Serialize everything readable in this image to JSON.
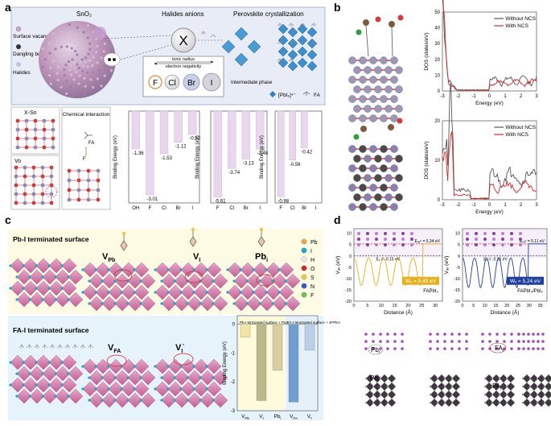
{
  "figure": {
    "panel_labels": [
      "a",
      "b",
      "c",
      "d"
    ]
  },
  "panel_a": {
    "header_left": "SnO₂",
    "header_mid": "Halides anions",
    "header_right": "Perovskite crystallization",
    "legend_items": [
      "Surface vacancies",
      "Dangling bond",
      "Halides"
    ],
    "center_symbol": "X",
    "ionic_radius": "ionic radius",
    "electron_negativity": "electron negativity",
    "halide_balls": [
      "F",
      "Cl",
      "Br",
      "I"
    ],
    "intermediate_phase": "Intermediate phase",
    "pbi6_label": "[PbI₆]⁴⁻",
    "fa_label": "FA",
    "x_sn": "X-Sn",
    "vo": "Vo",
    "chemical_interaction": "Chemical interaction",
    "fa_small": "FA",
    "f_small": "F"
  },
  "panel_b": {
    "dos_top": {
      "ylabel": "DOS (states/eV)",
      "xlabel": "Energy (eV)",
      "legend": [
        "Without NCS",
        "With NCS"
      ],
      "yticks": [
        "0",
        "10",
        "20",
        "30",
        "40",
        "50"
      ],
      "xticks": [
        "-3",
        "-2",
        "-1",
        "0",
        "1",
        "2",
        "3"
      ]
    },
    "dos_bottom": {
      "ylabel": "DOS (states/eV)",
      "xlabel": "Energy (eV)",
      "legend": [
        "Without NCS",
        "With NCS"
      ],
      "yticks": [
        "0",
        "10",
        "20"
      ],
      "xticks": [
        "-3",
        "-2",
        "-1",
        "0",
        "1",
        "2",
        "3"
      ]
    },
    "colors": {
      "without": "#555555",
      "with": "#d62728"
    }
  },
  "panel_c": {
    "pbi_title": "Pb-I terminated surface",
    "fai_title": "FA-I terminated surface",
    "labels_top": [
      "V",
      "V",
      "Pb"
    ],
    "labels_top_sub": [
      "Pb",
      "I",
      "i"
    ],
    "labels_bottom": [
      "V",
      "V"
    ],
    "labels_bottom_sub": [
      "FA",
      "I"
    ],
    "labels_bottom_sup": [
      "",
      "'"
    ],
    "legend": [
      "Pb",
      "I",
      "H",
      "O",
      "S",
      "N",
      "F"
    ],
    "legend_colors": [
      "#f0a04b",
      "#1aa7c7",
      "#e8e8e8",
      "#d7262b",
      "#e8c84a",
      "#3d59c6",
      "#6fc04a"
    ]
  },
  "panel_d": {
    "left": {
      "ylabel": "Vₐᵥ (eV)",
      "wf": "Wₓ = 5.49 eV",
      "ef": "Eₓ = -0.15 eV",
      "vac": "Eᵥₐᶜ = 5.34 eV",
      "name": "FAPbI₃",
      "xlabel": "Distance (Å)",
      "yticks": [
        "10",
        "5",
        "0",
        "-5",
        "-10",
        "-15",
        "-20"
      ],
      "xticks": [
        "0",
        "5",
        "10",
        "15",
        "20",
        "25",
        "30"
      ]
    },
    "right": {
      "ylabel": "Vₐᵥ (eV)",
      "wf": "Wₓ = 5.24 eV",
      "ef": "Eₓ = -0.15 eV",
      "vac": "Eᵥₐᶜ = 5.11 eV",
      "name": "FAPbI₃/PbI₂",
      "xlabel": "Distance (Å)",
      "yticks": [
        "10",
        "5",
        "0",
        "-5",
        "-10",
        "-15",
        "-20"
      ],
      "xticks": [
        "0",
        "5",
        "10",
        "15",
        "20",
        "25",
        "30",
        "35"
      ]
    },
    "bottom_labels": [
      "Pb",
      "Pb",
      "FA",
      "FA"
    ],
    "bottom_subs": [
      "i",
      "i",
      "i",
      "i"
    ]
  },
  "chart_data": [
    {
      "type": "bar",
      "ylabel": "Binding Energy (eV)",
      "categories": [
        "OH",
        "F",
        "Cl",
        "Br",
        "I"
      ],
      "values": [
        -1.36,
        -3.01,
        -1.53,
        -1.12,
        -0.83
      ],
      "labels": [
        "-1.36",
        "-3.01",
        "-1.53",
        "-1.12",
        "-0.83"
      ],
      "ylim": [
        -3.3,
        0
      ]
    },
    {
      "type": "bar",
      "ylabel": "Binding Energy (eV)",
      "categories": [
        "F",
        "Cl",
        "Br",
        "I"
      ],
      "values": [
        -5.61,
        -3.74,
        -3.13,
        -2.48
      ],
      "labels": [
        "-5.61",
        "-3.74",
        "-3.13",
        "-2.48"
      ],
      "ylim": [
        -6,
        0
      ]
    },
    {
      "type": "bar",
      "ylabel": "Binding Energy (eV)",
      "categories": [
        "F",
        "Cl",
        "Br",
        "I"
      ],
      "values": [
        -0.98,
        -0.56,
        -0.42
      ],
      "labels": [
        "-0.98",
        "-0.56",
        "-0.42"
      ],
      "bar_categories": [
        "F",
        "Cl",
        "Br"
      ],
      "ylim": [
        -1.05,
        0
      ]
    },
    {
      "type": "bar",
      "ylabel": "Binding Energy (eV)",
      "categories": [
        "V_Pb",
        "V_I",
        "Pb_i",
        "V_FA",
        "V_I'"
      ],
      "values": [
        -0.45,
        -2.65,
        -1.6,
        -2.7,
        -0.9
      ],
      "legend": [
        "Pb-I terminated surface + PSA",
        "FA-I terminated surface + 4FPEA"
      ],
      "ylim": [
        -3.0,
        0.3
      ],
      "yticks": [
        "0",
        "-1",
        "-2",
        "-3"
      ]
    }
  ]
}
